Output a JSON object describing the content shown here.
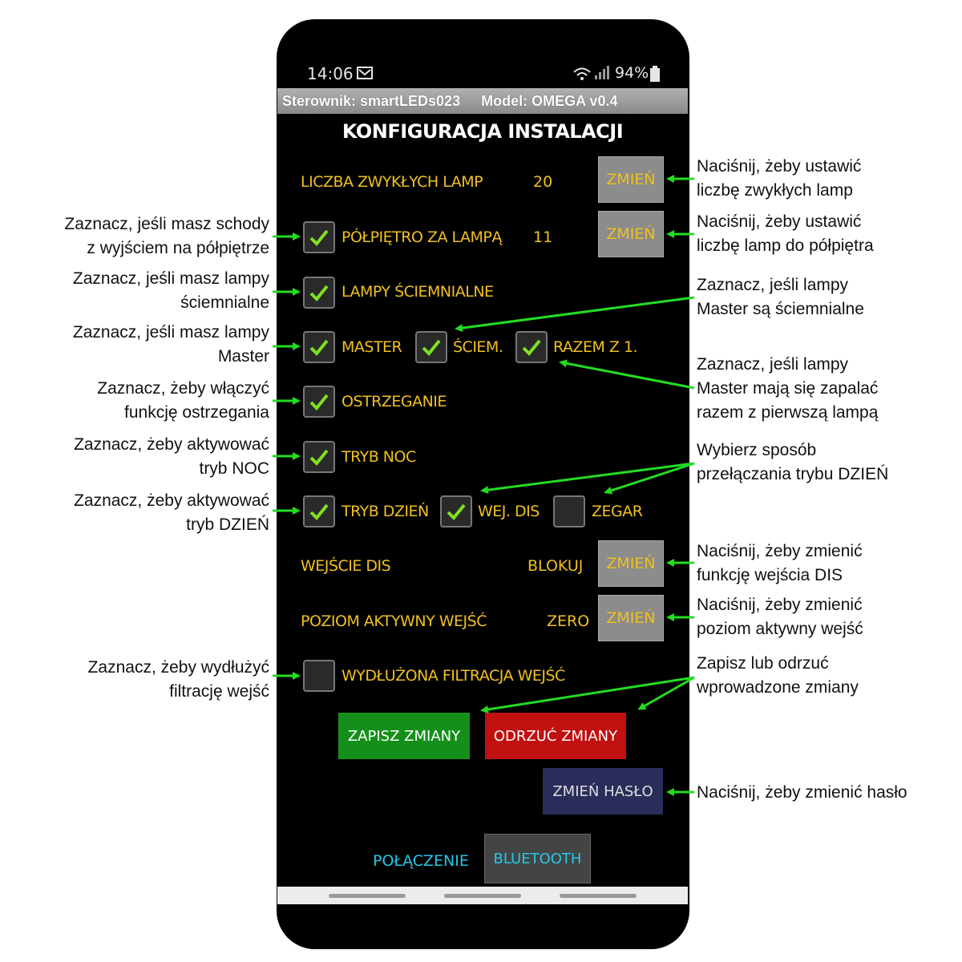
{
  "status": {
    "time": "14:06",
    "battery": "94%"
  },
  "header": {
    "controller": "Sterownik: smartLEDs023",
    "model": "Model: OMEGA v0.4"
  },
  "title": "KONFIGURACJA INSTALACJI",
  "rows": {
    "lamps": {
      "label": "LICZBA ZWYKŁYCH LAMP",
      "value": "20",
      "button": "ZMIEŃ"
    },
    "landing": {
      "label": "PÓŁPIĘTRO  ZA LAMPĄ",
      "value": "11",
      "button": "ZMIEŃ",
      "checked": true
    },
    "dimming": {
      "label": "LAMPY ŚCIEMNIALNE",
      "checked": true
    },
    "master": {
      "label": "MASTER",
      "checked": true,
      "dim_label": "ŚCIEM.",
      "dim_checked": true,
      "together_label": "RAZEM Z 1.",
      "together_checked": true
    },
    "warning": {
      "label": "OSTRZEGANIE",
      "checked": true
    },
    "night": {
      "label": "TRYB NOC",
      "checked": true
    },
    "day": {
      "label": "TRYB DZIEŃ",
      "checked": true,
      "dis_label": "WEJ. DIS",
      "dis_checked": true,
      "clock_label": "ZEGAR",
      "clock_checked": false
    },
    "dis_input": {
      "label": "WEJŚCIE DIS",
      "value": "BLOKUJ",
      "button": "ZMIEŃ"
    },
    "active_level": {
      "label": "POZIOM AKTYWNY WEJŚĆ",
      "value": "ZERO",
      "button": "ZMIEŃ"
    },
    "filtering": {
      "label": "WYDŁUŻONA FILTRACJA WEJŚĆ",
      "checked": false
    }
  },
  "buttons": {
    "save": "ZAPISZ ZMIANY",
    "discard": "ODRZUĆ ZMIANY",
    "password": "ZMIEŃ HASŁO",
    "bluetooth": "BLUETOOTH"
  },
  "connection_label": "POŁĄCZENIE",
  "annotations": {
    "left": {
      "landing": [
        "Zaznacz, jeśli masz schody",
        "z wyjściem na półpiętrze"
      ],
      "dimming": [
        "Zaznacz, jeśli masz lampy",
        "ściemnialne"
      ],
      "master": [
        "Zaznacz, jeśli masz lampy",
        "Master"
      ],
      "warning": [
        "Zaznacz, żeby włączyć",
        "funkcję ostrzegania"
      ],
      "night": [
        "Zaznacz, żeby aktywować",
        "tryb NOC"
      ],
      "day": [
        "Zaznacz, żeby aktywować",
        "tryb DZIEŃ"
      ],
      "filtering": [
        "Zaznacz, żeby wydłużyć",
        "filtrację wejść"
      ]
    },
    "right": {
      "lamps": [
        "Naciśnij, żeby ustawić",
        "liczbę zwykłych lamp"
      ],
      "landing": [
        "Naciśnij, żeby ustawić",
        "liczbę lamp do półpiętra"
      ],
      "master_dim": [
        "Zaznacz, jeśli lampy",
        "Master są ściemnialne"
      ],
      "together": [
        "Zaznacz, jeśli lampy",
        "Master mają się zapalać",
        "razem z pierwszą lampą"
      ],
      "day_mode": [
        "Wybierz sposób",
        "przełączania trybu DZIEŃ"
      ],
      "dis": [
        "Naciśnij, żeby zmienić",
        "funkcję wejścia DIS"
      ],
      "level": [
        "Naciśnij, żeby zmienić",
        "poziom aktywny wejść"
      ],
      "save": [
        "Zapisz lub odrzuć",
        "wprowadzone zmiany"
      ],
      "password": [
        "Naciśnij, żeby zmienić hasło"
      ]
    }
  },
  "colors": {
    "label": "#f0c020",
    "arrow": "#22dd22",
    "check": "#7fe020",
    "save": "#14901a",
    "discard": "#c01010",
    "password": "#2a2d5a",
    "connection": "#24c8e8"
  }
}
